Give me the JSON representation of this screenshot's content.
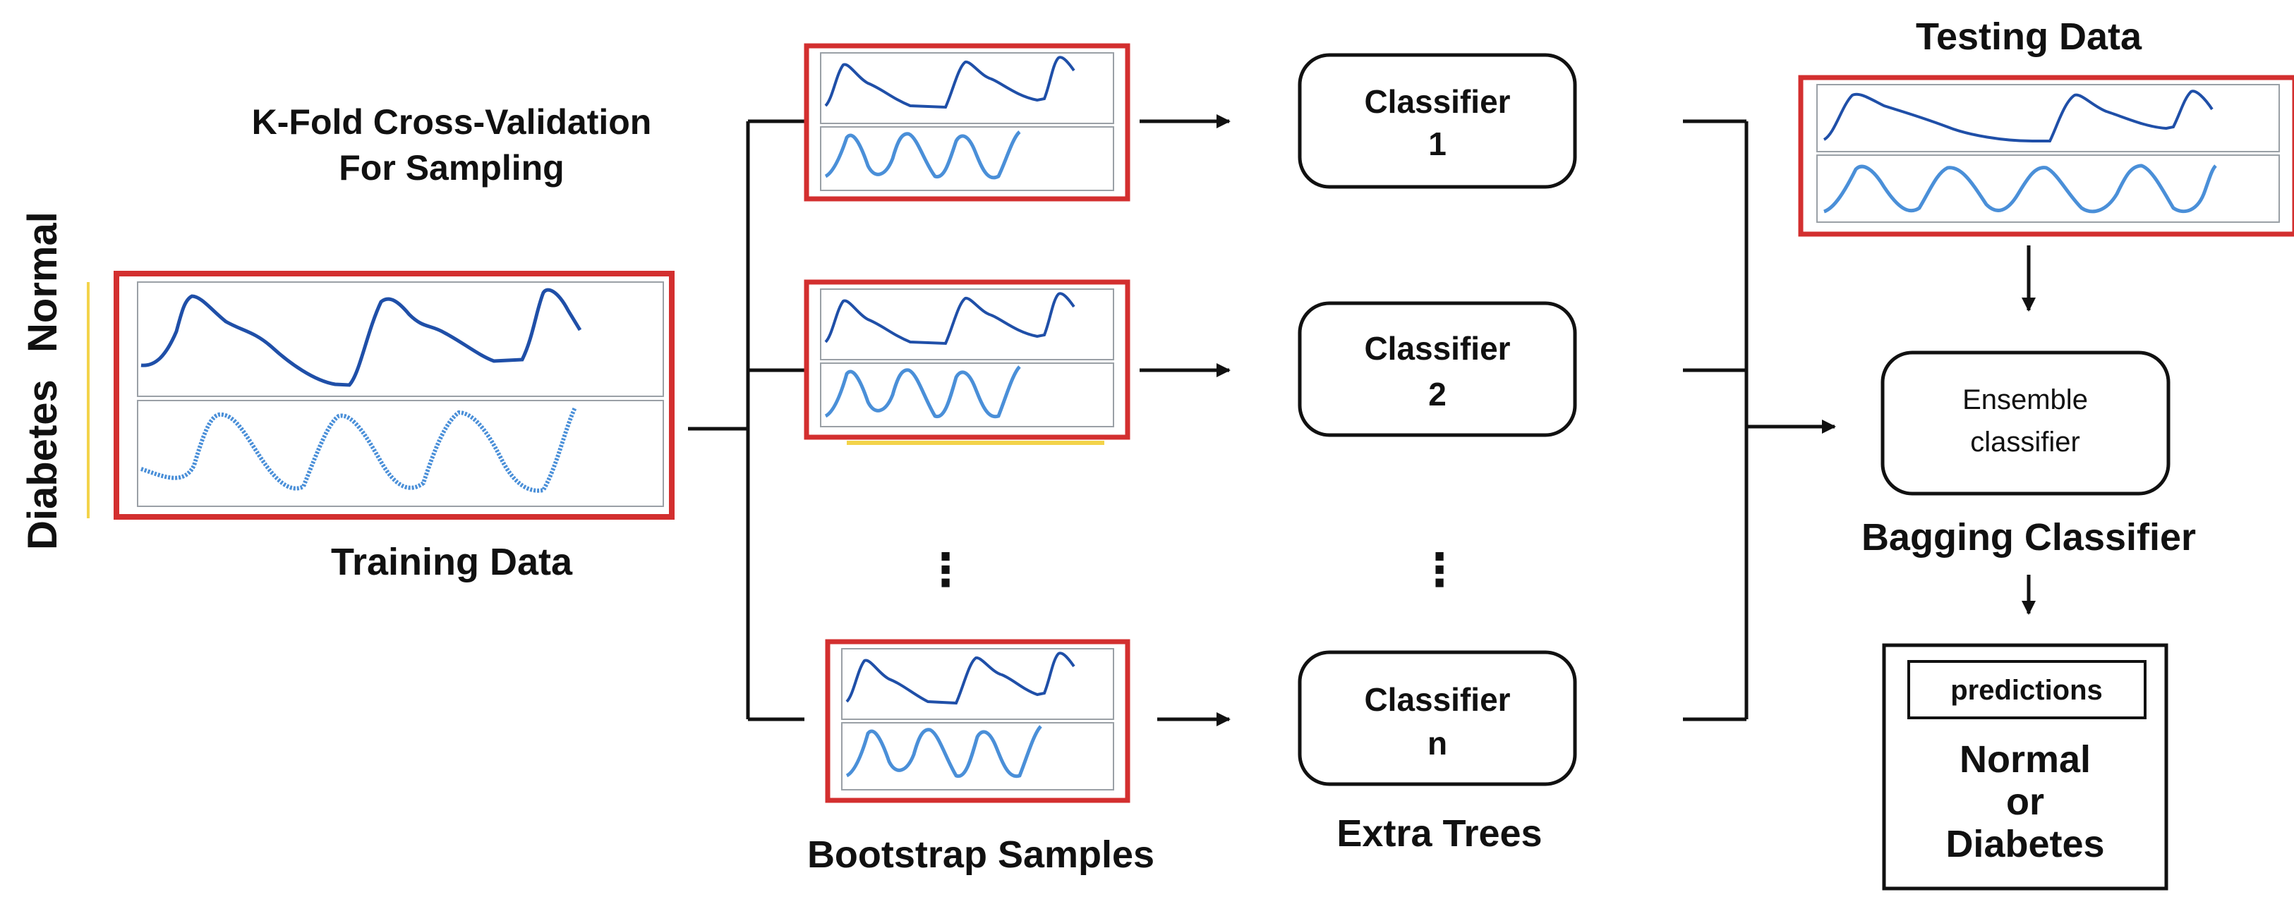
{
  "title": {
    "line1": "K-Fold Cross-Validation",
    "line2": "For Sampling"
  },
  "side_labels": {
    "normal": "Normal",
    "diabetes": "Diabetes"
  },
  "training_label": "Training Data",
  "bootstrap_label": "Bootstrap Samples",
  "classifiers": [
    {
      "word": "Classifier",
      "index": "1"
    },
    {
      "word": "Classifier",
      "index": "2"
    },
    {
      "word": "Classifier",
      "index": "n"
    }
  ],
  "extra_trees_label": "Extra Trees",
  "testing_label": "Testing Data",
  "ensemble": {
    "line1": "Ensemble",
    "line2": "classifier"
  },
  "bagging_label": "Bagging Classifier",
  "predictions_label": "predictions",
  "outcome": {
    "line1": "Normal",
    "line2": "or",
    "line3": "Diabetes"
  },
  "ellipsis": "⋮",
  "colors": {
    "sample_frame": "#d32f2f",
    "signal_dark": "#1f4fa8",
    "signal_light": "#4a8fd8",
    "highlight": "#f3d34a"
  }
}
